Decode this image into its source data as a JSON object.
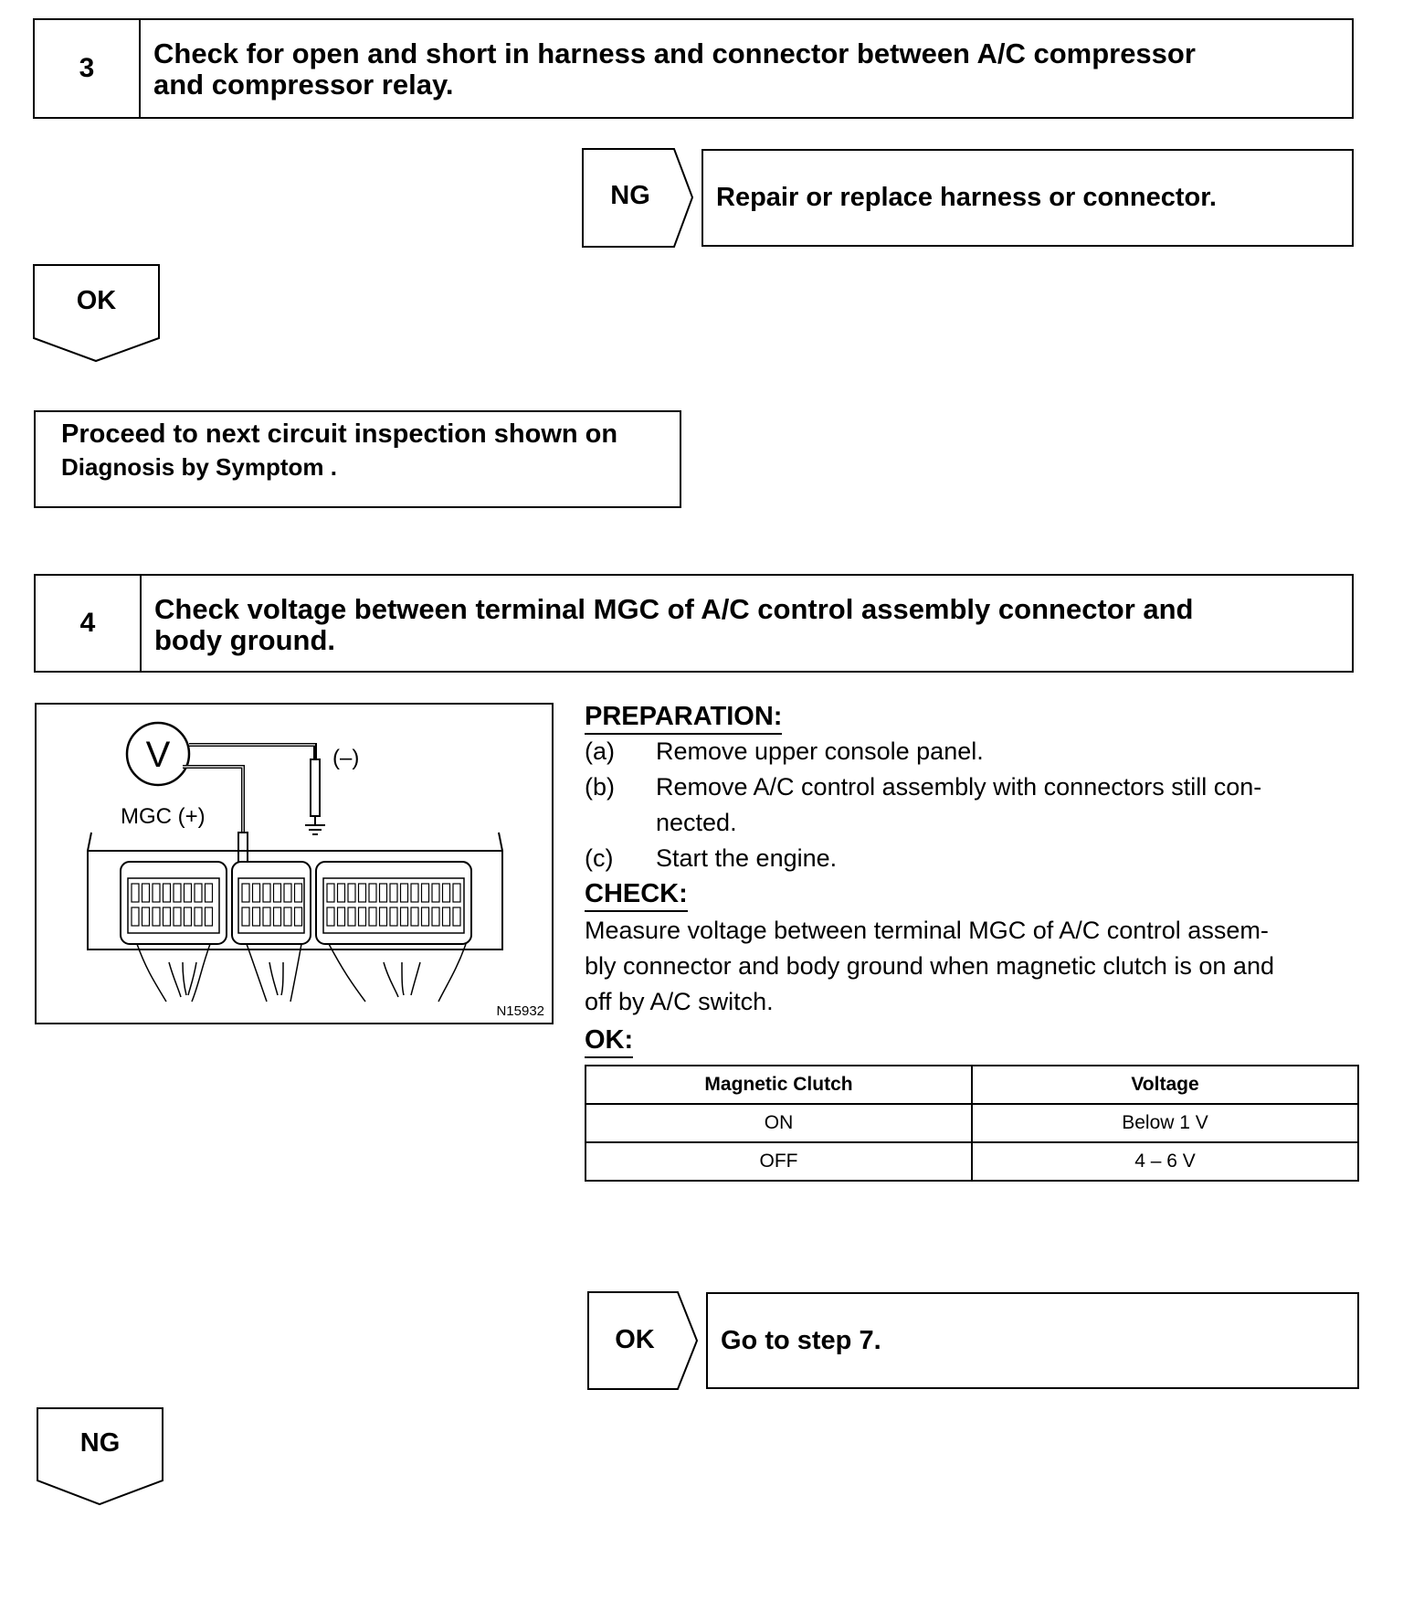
{
  "step3": {
    "number": "3",
    "title_line1": "Check for open and short in harness and connector between A/C compressor",
    "title_line2": "and compressor relay."
  },
  "step3_ng": {
    "label": "NG",
    "text": "Repair or replace harness or connector."
  },
  "step3_ok": {
    "label": "OK"
  },
  "proceed": {
    "line1": "Proceed to next circuit inspection shown on",
    "line2": "Diagnosis by Symptom ."
  },
  "step4": {
    "number": "4",
    "title_line1": "Check voltage between terminal MGC of A/C control assembly connector and",
    "title_line2": "body ground."
  },
  "diagram": {
    "meter_symbol": "V",
    "negative_label": "(–)",
    "positive_label": "MGC (+)",
    "figure_code": "N15932"
  },
  "preparation": {
    "heading": "PREPARATION:",
    "items": [
      {
        "label": "(a)",
        "lines": [
          "Remove upper console panel."
        ]
      },
      {
        "label": "(b)",
        "lines": [
          "Remove A/C control assembly with connectors still con-",
          "nected."
        ]
      },
      {
        "label": "(c)",
        "lines": [
          "Start the engine."
        ]
      }
    ]
  },
  "check": {
    "heading": "CHECK:",
    "lines": [
      "Measure voltage between terminal MGC of A/C control assem-",
      "bly connector and body ground when magnetic clutch is on and",
      "off by A/C switch."
    ]
  },
  "ok_spec": {
    "heading": "OK:",
    "columns": [
      "Magnetic Clutch",
      "Voltage"
    ],
    "rows": [
      [
        "ON",
        "Below 1 V"
      ],
      [
        "OFF",
        "4 – 6 V"
      ]
    ]
  },
  "step4_ok": {
    "label": "OK",
    "text": "Go to step 7."
  },
  "step4_ng": {
    "label": "NG"
  }
}
